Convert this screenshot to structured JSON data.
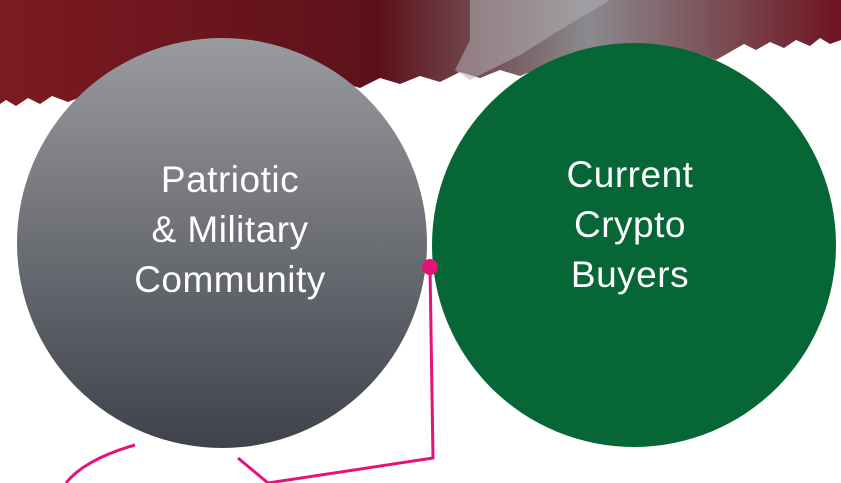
{
  "diagram": {
    "left_set": {
      "lines": [
        "Patriotic",
        "& Military",
        "Community"
      ],
      "color_top": "#9a9b9f",
      "color_bottom": "#3f424b"
    },
    "right_set": {
      "lines": [
        "Current",
        "Crypto",
        "Buyers"
      ],
      "color": "#066636"
    },
    "intersection": {
      "color": "#fdc80e"
    },
    "connector_color": "#e4127a",
    "banner_color": "#6e1420"
  }
}
